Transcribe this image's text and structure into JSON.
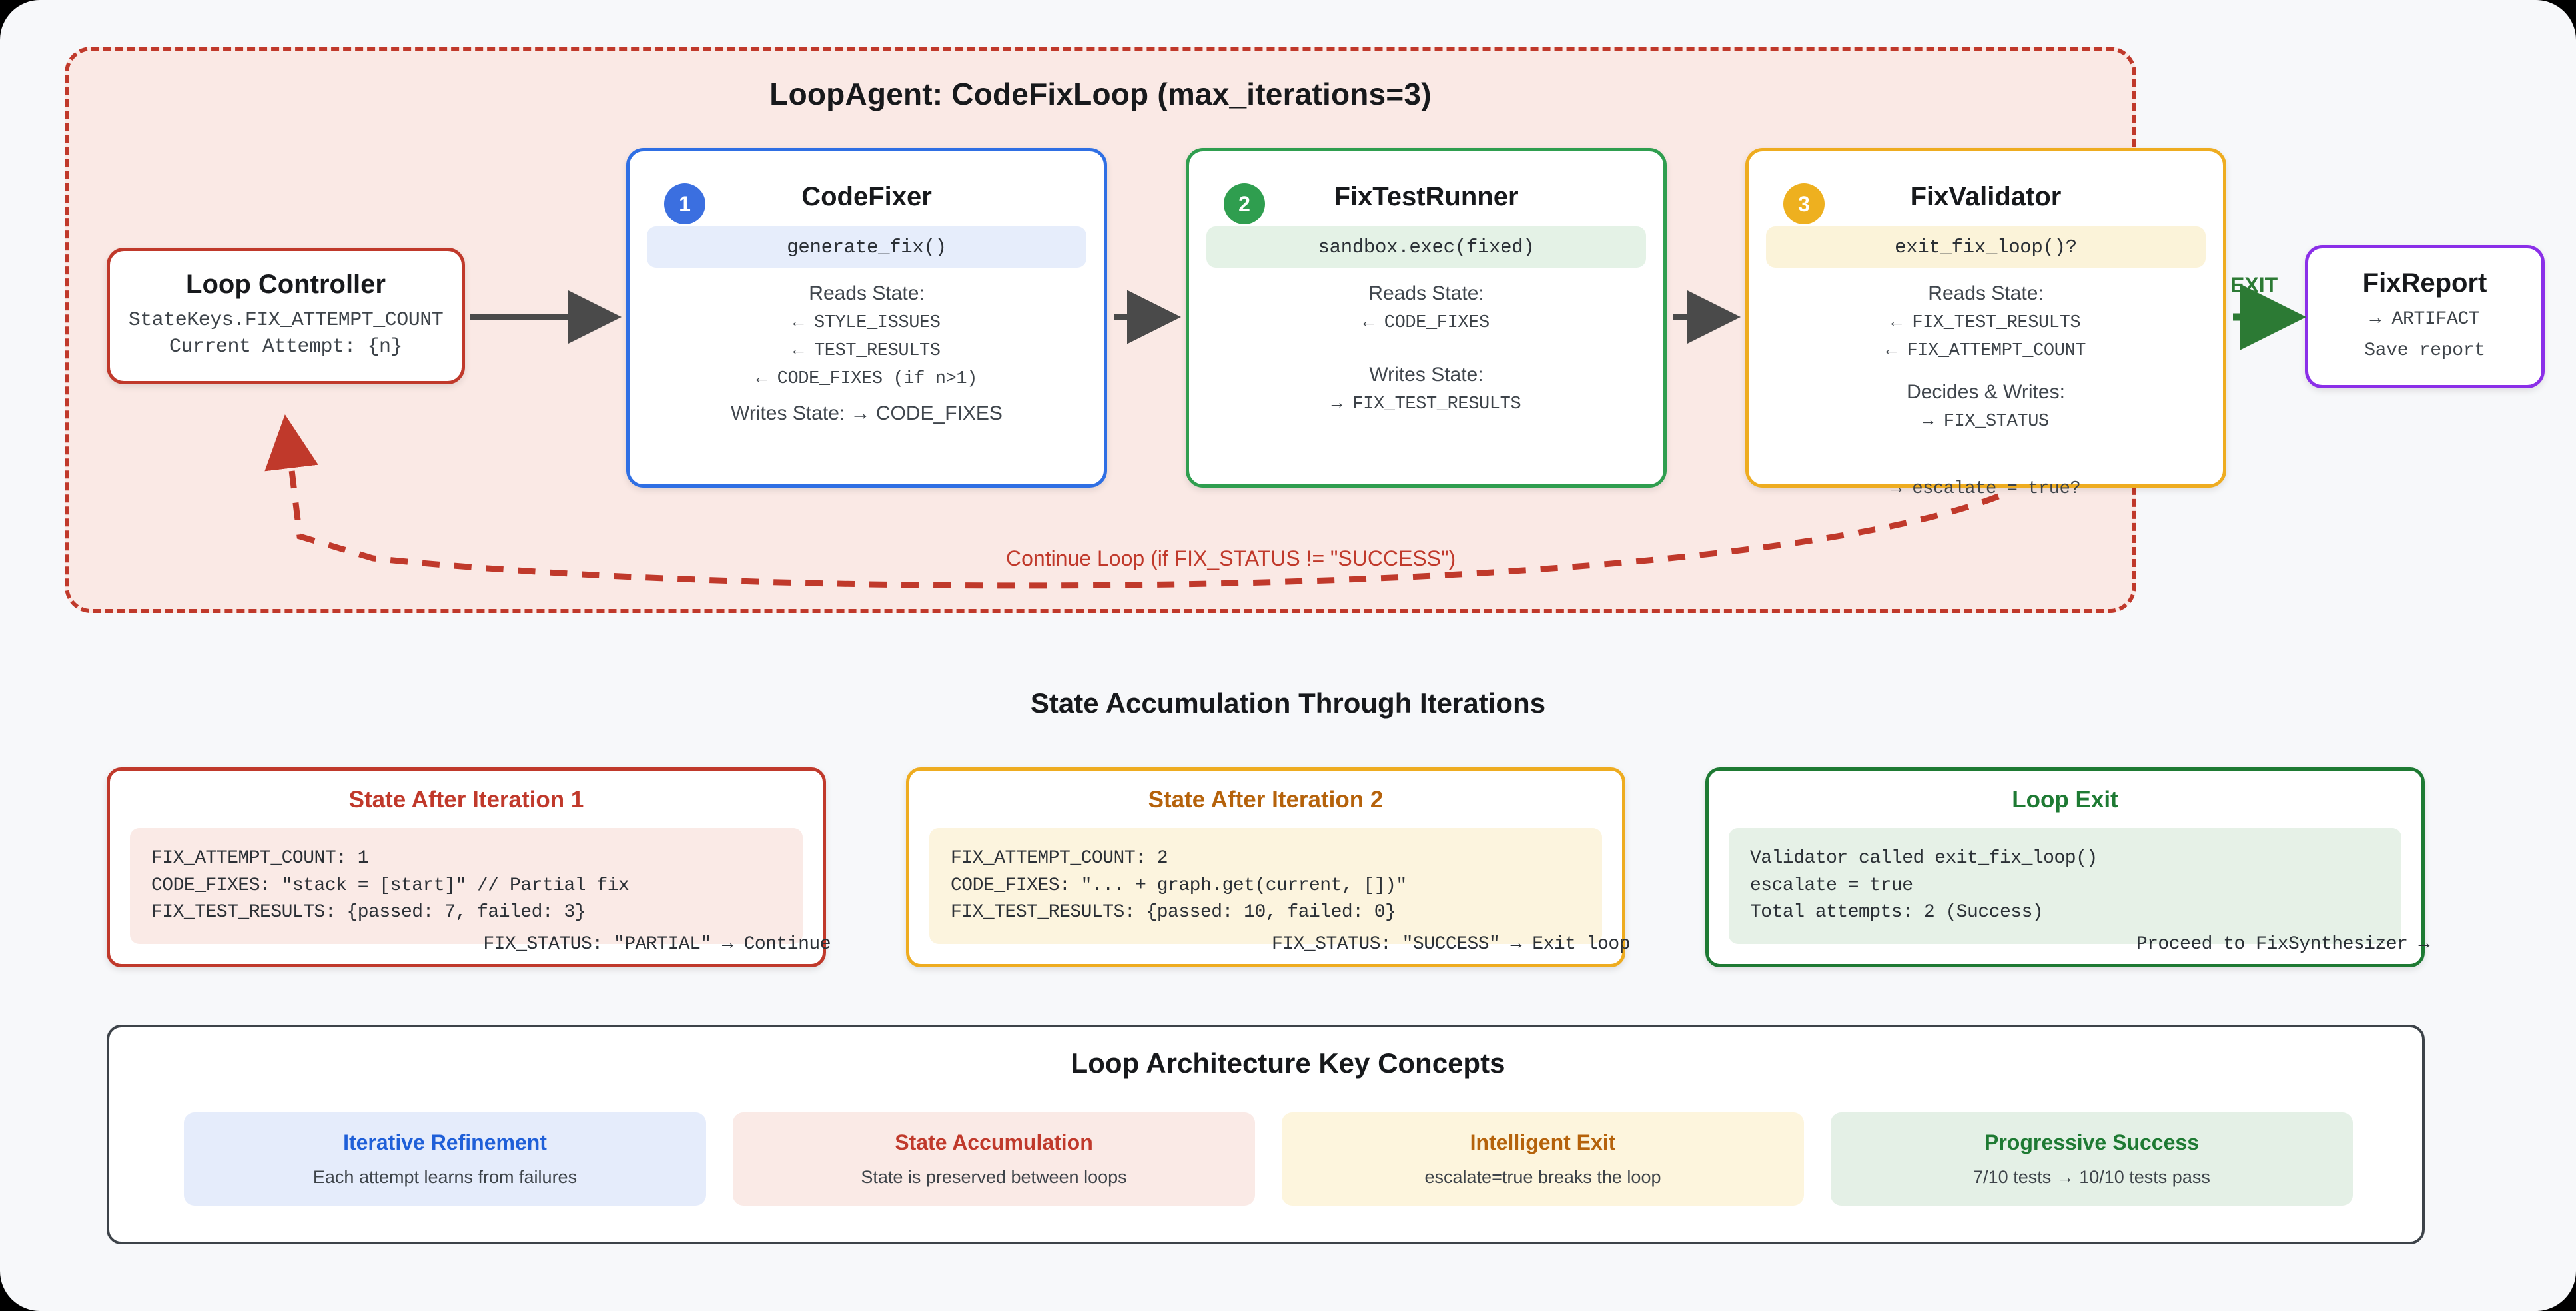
{
  "loop": {
    "title": "LoopAgent: CodeFixLoop (max_iterations=3)",
    "border_color": "#c0392b",
    "fill_color": "#fae9e5"
  },
  "controller": {
    "title": "Loop Controller",
    "line1": "StateKeys.FIX_ATTEMPT_COUNT",
    "line2": "Current Attempt: {n}"
  },
  "agents": [
    {
      "badge": "1",
      "title": "CodeFixer",
      "code": "generate_fix()",
      "reads_label": "Reads State:",
      "reads": [
        "← STYLE_ISSUES",
        "← TEST_RESULTS",
        "← CODE_FIXES (if n>1)"
      ],
      "writes_inline": "Writes State: → CODE_FIXES",
      "color": "#2f6fe4"
    },
    {
      "badge": "2",
      "title": "FixTestRunner",
      "code": "sandbox.exec(fixed)",
      "reads_label": "Reads State:",
      "reads": [
        "← CODE_FIXES"
      ],
      "writes_label": "Writes State:",
      "writes": [
        "→ FIX_TEST_RESULTS"
      ],
      "color": "#2f9e4f"
    },
    {
      "badge": "3",
      "title": "FixValidator",
      "code": "exit_fix_loop()?",
      "reads_label": "Reads State:",
      "reads": [
        "← FIX_TEST_RESULTS",
        "← FIX_ATTEMPT_COUNT"
      ],
      "writes_label": "Decides & Writes:",
      "writes": [
        "→ FIX_STATUS"
      ],
      "overflow": "→ escalate = true?",
      "color": "#eeac20"
    }
  ],
  "report": {
    "title": "FixReport",
    "line1": "→ ARTIFACT",
    "line2": "Save report"
  },
  "edges": {
    "exit_label": "EXIT",
    "continue_label": "Continue Loop (if FIX_STATUS != \"SUCCESS\")",
    "arrow_color": "#4a4a4a",
    "exit_color": "#2c7a34",
    "loop_back_color": "#c0392b"
  },
  "state_section": {
    "title": "State Accumulation Through Iterations",
    "cards": [
      {
        "title": "State After Iteration 1",
        "accent": "#c0392b",
        "lines": [
          "FIX_ATTEMPT_COUNT: 1",
          "CODE_FIXES: \"stack = [start]\" // Partial fix",
          "FIX_TEST_RESULTS: {passed: 7, failed: 3}"
        ],
        "footer": "FIX_STATUS: \"PARTIAL\" → Continue"
      },
      {
        "title": "State After Iteration 2",
        "accent": "#b5620b",
        "lines": [
          "FIX_ATTEMPT_COUNT: 2",
          "CODE_FIXES: \"... + graph.get(current, [])\"",
          "FIX_TEST_RESULTS: {passed: 10, failed: 0}"
        ],
        "footer": "FIX_STATUS: \"SUCCESS\" → Exit loop"
      },
      {
        "title": "Loop Exit",
        "accent": "#1e7a33",
        "lines": [
          "Validator called exit_fix_loop()",
          "escalate = true",
          "Total attempts: 2 (Success)"
        ],
        "footer": "Proceed to FixSynthesizer →"
      }
    ]
  },
  "concepts": {
    "title": "Loop Architecture Key Concepts",
    "items": [
      {
        "title": "Iterative Refinement",
        "subtitle": "Each attempt learns from failures",
        "theme": "c-blue"
      },
      {
        "title": "State Accumulation",
        "subtitle": "State is preserved between loops",
        "theme": "c-red"
      },
      {
        "title": "Intelligent Exit",
        "subtitle": "escalate=true breaks the loop",
        "theme": "c-yellow"
      },
      {
        "title": "Progressive Success",
        "subtitle": "7/10 tests → 10/10 tests pass",
        "theme": "c-green"
      }
    ]
  }
}
